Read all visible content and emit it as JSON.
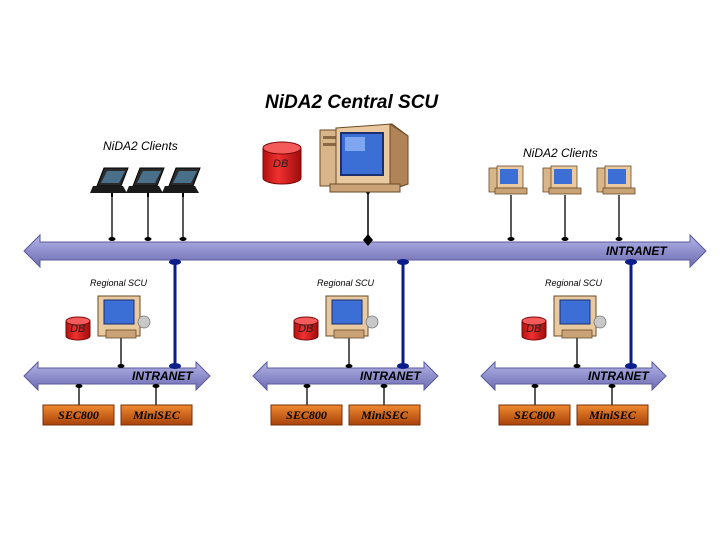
{
  "title": "NiDA2 Central SCU",
  "clients_left_label": "NiDA2 Clients",
  "clients_right_label": "NiDA2 Clients",
  "central_db_label": "DB",
  "main_bus_label": "INTRANET",
  "regions": [
    {
      "label": "Regional SCU",
      "db_label": "DB",
      "bus_label": "INTRANET",
      "devices": [
        "SEC800",
        "MiniSEC"
      ]
    },
    {
      "label": "Regional SCU",
      "db_label": "DB",
      "bus_label": "INTRANET",
      "devices": [
        "SEC800",
        "MiniSEC"
      ]
    },
    {
      "label": "Regional SCU",
      "db_label": "DB",
      "bus_label": "INTRANET",
      "devices": [
        "SEC800",
        "MiniSEC"
      ]
    }
  ],
  "colors": {
    "bus": "#8f8fce",
    "bus_edge": "#5a5a9c",
    "uplink": "#0a1d8a",
    "db": "#e81818",
    "device_box": "#d9650e",
    "monitor_screen": "#3b6fd6",
    "computer_body": "#e6c9a2"
  },
  "icons": [
    "laptop-icon",
    "desktop-computer-icon",
    "database-icon",
    "server-icon"
  ]
}
